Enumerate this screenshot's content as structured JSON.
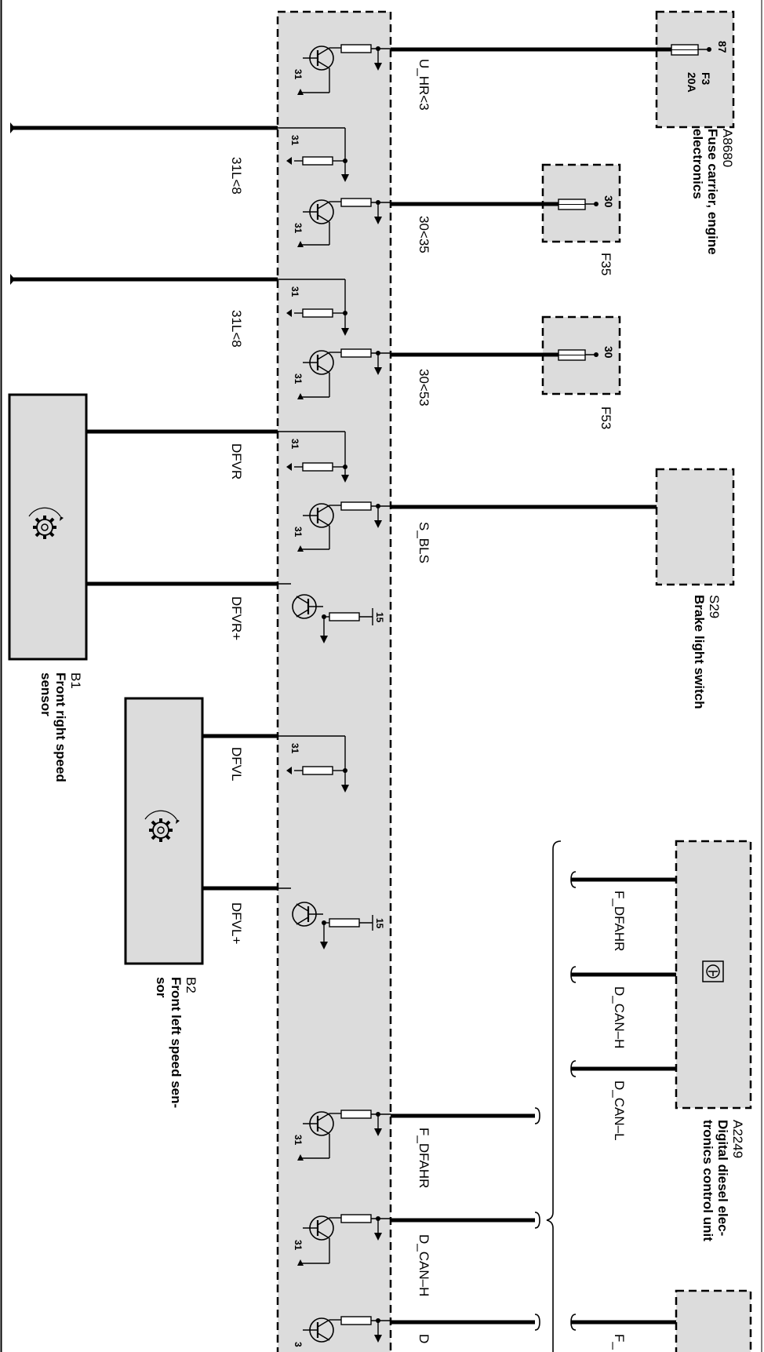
{
  "components": {
    "a8680": {
      "ref": "A8680",
      "name_lines": [
        "Fuse carrier, engine",
        "electronics"
      ],
      "fuse": {
        "ref": "F3",
        "rating": "20A",
        "pin": "87"
      }
    },
    "f35": {
      "ref": "F35",
      "pin": "30"
    },
    "f53": {
      "ref": "F53",
      "pin": "30"
    },
    "s29": {
      "ref": "S29",
      "name": "Brake light switch"
    },
    "b1": {
      "ref": "B1",
      "name_lines": [
        "Front right speed",
        "sensor"
      ]
    },
    "b2": {
      "ref": "B2",
      "name_lines": [
        "Front left speed sen-",
        "sor"
      ]
    },
    "a2249": {
      "ref": "A2249",
      "name_lines": [
        "Digital diesel elec-",
        "tronics control unit"
      ]
    }
  },
  "signals": {
    "u_hr": "U_HR<3",
    "l31_1": "31L<8",
    "s30_35": "30<35",
    "l31_2": "31L<8",
    "s30_53": "30<53",
    "dfvr": "DFVR",
    "s_bls": "S_BLS",
    "dfvr_plus": "DFVR+",
    "dfvl": "DFVL",
    "dfvl_plus": "DFVL+",
    "f_dfahr": "F_DFAHR",
    "d_can_h": "D_CAN–H",
    "d_can_l": "D_CAN–L",
    "f_dfahr_2": "F_DFAHR",
    "d_can_h_2": "D_CAN–H",
    "d_partial": "D",
    "f_partial": "F_"
  },
  "pins": {
    "p31": "31",
    "p15": "15",
    "p3": "3"
  },
  "colors": {
    "module_fill": "#dcdcdc",
    "line": "#000000",
    "background": "#ffffff"
  }
}
